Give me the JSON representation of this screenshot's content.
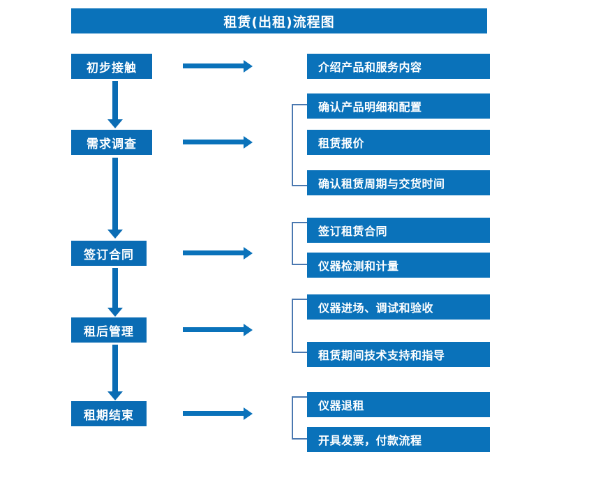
{
  "title": "租赁(出租)流程图",
  "colors": {
    "title_bar": "#0a72ba",
    "stage_box": "#0a6cb4",
    "detail_box": "#0a72ba",
    "arrow": "#0a72ba",
    "bracket": "#4a78b0",
    "text": "#ffffff",
    "background": "#ffffff"
  },
  "stages": [
    {
      "id": "initial-contact",
      "label": "初步接触"
    },
    {
      "id": "needs-survey",
      "label": "需求调查"
    },
    {
      "id": "sign-contract",
      "label": "签订合同"
    },
    {
      "id": "post-rent-mgmt",
      "label": "租后管理"
    },
    {
      "id": "rental-end",
      "label": "租期结束"
    }
  ],
  "details": [
    {
      "id": "intro-products",
      "label": "介绍产品和服务内容"
    },
    {
      "id": "confirm-spec",
      "label": "确认产品明细和配置"
    },
    {
      "id": "rental-quote",
      "label": "租赁报价"
    },
    {
      "id": "confirm-period",
      "label": "确认租赁周期与交货时间"
    },
    {
      "id": "sign-rental-contract",
      "label": "签订租赁合同"
    },
    {
      "id": "instrument-test",
      "label": "仪器检测和计量"
    },
    {
      "id": "instrument-onsite",
      "label": "仪器进场、调试和验收"
    },
    {
      "id": "tech-support",
      "label": "租赁期间技术支持和指导"
    },
    {
      "id": "instrument-return",
      "label": "仪器退租"
    },
    {
      "id": "invoice-payment",
      "label": "开具发票，付款流程"
    }
  ],
  "groups": [
    {
      "id": "group-needs-survey",
      "stage": "需求调查",
      "members": [
        "确认产品明细和配置",
        "租赁报价",
        "确认租赁周期与交货时间"
      ]
    },
    {
      "id": "group-sign-contract",
      "stage": "签订合同",
      "members": [
        "签订租赁合同",
        "仪器检测和计量"
      ]
    },
    {
      "id": "group-post-rent",
      "stage": "租后管理",
      "members": [
        "仪器进场、调试和验收",
        "租赁期间技术支持和指导"
      ]
    },
    {
      "id": "group-rental-end",
      "stage": "租期结束",
      "members": [
        "仪器退租",
        "开具发票，付款流程"
      ]
    }
  ],
  "flow_arrows": [
    {
      "id": "arrow-initial-to-needs",
      "from": "初步接触",
      "to": "需求调查"
    },
    {
      "id": "arrow-needs-to-sign",
      "from": "需求调查",
      "to": "签订合同"
    },
    {
      "id": "arrow-sign-to-post",
      "from": "签订合同",
      "to": "租后管理"
    },
    {
      "id": "arrow-post-to-end",
      "from": "租后管理",
      "to": "租期结束"
    }
  ],
  "branch_arrows": [
    {
      "id": "branch-initial-contact",
      "stage": "初步接触"
    },
    {
      "id": "branch-needs-survey",
      "stage": "需求调查"
    },
    {
      "id": "branch-sign-contract",
      "stage": "签订合同"
    },
    {
      "id": "branch-post-rent-mgmt",
      "stage": "租后管理"
    },
    {
      "id": "branch-rental-end",
      "stage": "租期结束"
    }
  ]
}
